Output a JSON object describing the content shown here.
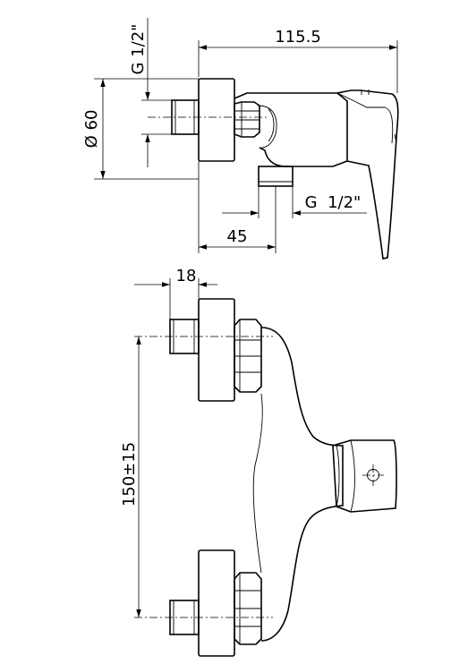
{
  "drawing": {
    "side_view": {
      "dims": {
        "overall_length": "115.5",
        "thread_top": "G 1/2\"",
        "diameter": "Ø 60",
        "thread_bottom": "G  1/2\"",
        "offset": "45"
      }
    },
    "front_view": {
      "dims": {
        "nut_depth": "18",
        "center_distance": "150±15"
      }
    }
  }
}
